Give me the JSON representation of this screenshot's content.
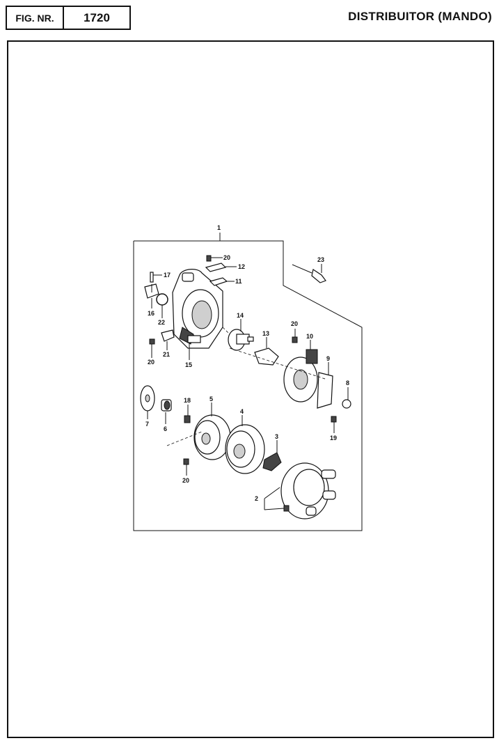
{
  "header": {
    "fig_label": "FIG. NR.",
    "fig_number": "1720",
    "title": "DISTRIBUITOR (MANDO)"
  },
  "diagram": {
    "callouts": {
      "c1": "1",
      "c2": "2",
      "c3": "3",
      "c4": "4",
      "c5": "5",
      "c6": "6",
      "c7": "7",
      "c8": "8",
      "c9": "9",
      "c10": "10",
      "c11": "11",
      "c12": "12",
      "c13": "13",
      "c14": "14",
      "c15": "15",
      "c16": "16",
      "c17": "17",
      "c18": "18",
      "c19": "19",
      "c20a": "20",
      "c20b": "20",
      "c20c": "20",
      "c20d": "20",
      "c21": "21",
      "c22": "22",
      "c23": "23"
    }
  }
}
